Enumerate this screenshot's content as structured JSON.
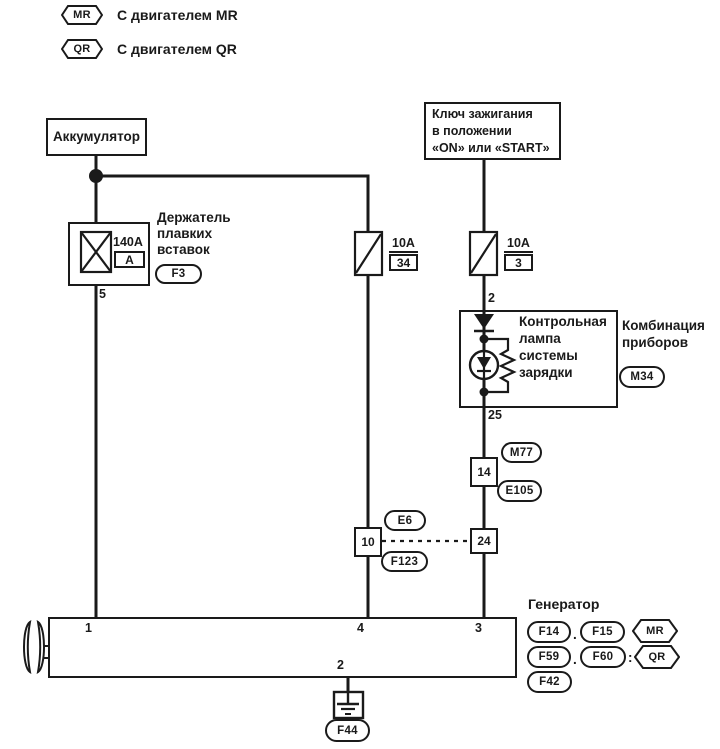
{
  "colors": {
    "ink": "#1a1a1a",
    "paper": "#ffffff"
  },
  "legend": {
    "items": [
      {
        "badge": "MR",
        "text": "С двигателем MR"
      },
      {
        "badge": "QR",
        "text": "С двигателем QR"
      }
    ]
  },
  "battery": {
    "label": "Аккумулятор"
  },
  "fusible_link": {
    "rating": "140A",
    "letter": "A",
    "label": [
      "Держатель",
      "плавких",
      "вставок"
    ],
    "connector": "F3",
    "pin": "5"
  },
  "ignition": {
    "lines": [
      "Ключ зажигания",
      "в положении",
      "«ON» или «START»"
    ]
  },
  "fuses": {
    "left": {
      "rating": "10A",
      "number": "34"
    },
    "right": {
      "rating": "10A",
      "number": "3"
    }
  },
  "combination_meter": {
    "pin_top": "2",
    "pin_bottom": "25",
    "lamp_label": [
      "Контрольная",
      "лампа",
      "системы",
      "зарядки"
    ],
    "name": [
      "Комбинация",
      "приборов"
    ],
    "connector": "M34"
  },
  "connectors": {
    "box14": "14",
    "m77": "M77",
    "e105": "E105",
    "box10": "10",
    "e6": "E6",
    "f123": "F123",
    "box24": "24"
  },
  "generator": {
    "label": "Генератор",
    "pins": {
      "p1": "1",
      "p2": "2",
      "p3": "3",
      "p4": "4"
    },
    "rows": [
      {
        "a": "F14",
        "sep": ".",
        "b": "F15",
        "sep2": "",
        "engine": "MR"
      },
      {
        "a": "F59",
        "sep": ".",
        "b": "F60",
        "sep2": ":",
        "engine": "QR"
      },
      {
        "a": "F42"
      }
    ],
    "ground_connector": "F44"
  }
}
